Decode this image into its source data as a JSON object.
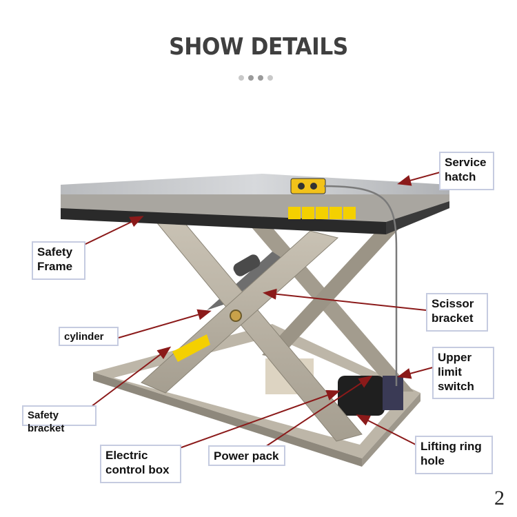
{
  "header": {
    "title": "SHOW DETAILS"
  },
  "labels": {
    "service_hatch": "Service\nhatch",
    "safety_frame": "Safety\nFrame",
    "scissor_bracket": "Scissor\nbracket",
    "cylinder": "cylinder",
    "upper_limit_switch": "Upper\nlimit\nswitch",
    "safety_bracket": "Safety bracket",
    "electric_control_box": "Electric\ncontrol box",
    "power_pack": "Power pack",
    "lifting_ring_hole": "Lifting ring\nhole"
  },
  "page_number": "2",
  "colors": {
    "arrow": "#8b1a1a",
    "label_border": "#c5cbe0",
    "title": "#3f3f3f"
  }
}
